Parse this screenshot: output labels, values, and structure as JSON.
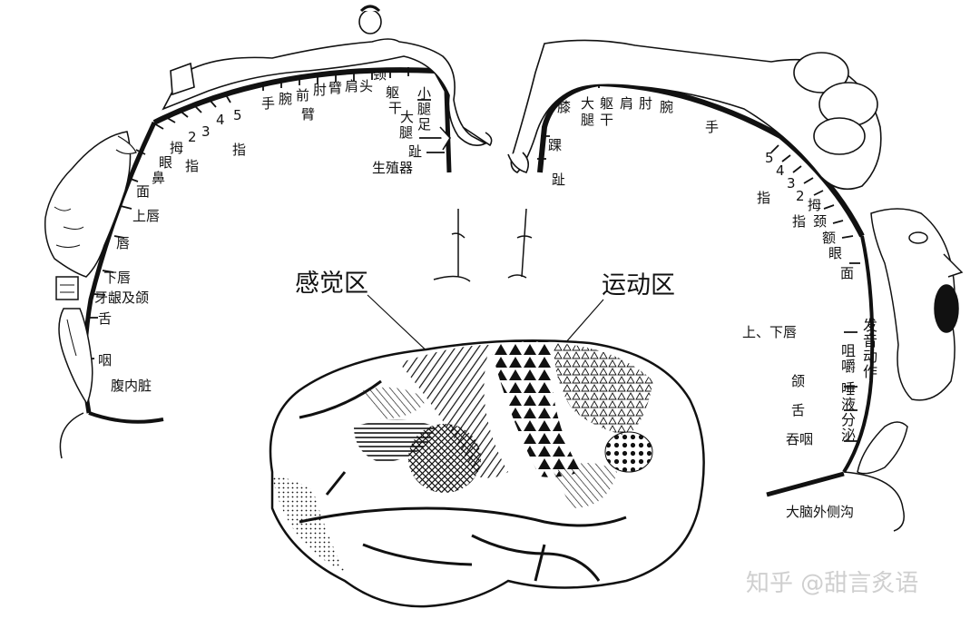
{
  "regions": {
    "sensory": "感觉区",
    "motor": "运动区"
  },
  "sensory_labels": {
    "intra_abdominal": "腹内脏",
    "pharynx": "咽",
    "tongue": "舌",
    "teeth_gums_jaw": "牙龈及颌",
    "lower_lip": "下唇",
    "lips": "唇",
    "upper_lip": "上唇",
    "face": "面",
    "nose": "鼻",
    "eye": "眼",
    "thumb": "拇",
    "fingers": "指",
    "d2": "2",
    "d3": "3",
    "d4": "4",
    "d5": "5",
    "hand": "手",
    "wrist": "腕",
    "forearm": "前",
    "forearm2": "臂",
    "elbow": "肘",
    "arm": "臂",
    "shoulder": "肩",
    "head": "头",
    "neck": "颈",
    "trunk": "躯",
    "trunk2": "干",
    "hip": "大",
    "hip2": "腿",
    "leg": "小",
    "leg2": "腿",
    "foot": "足",
    "toes": "趾",
    "genitals": "生殖器"
  },
  "motor_labels": {
    "knee": "膝",
    "ankle": "踝",
    "toes": "趾",
    "hip": "大",
    "hip2": "腿",
    "trunk": "躯",
    "trunk2": "干",
    "shoulder": "肩",
    "elbow": "肘",
    "wrist": "腕",
    "hand": "手",
    "d5": "5",
    "d4": "4",
    "d3": "3",
    "d2": "2",
    "fingers": "指",
    "thumb": "拇",
    "fingers2": "指",
    "neck": "颈",
    "brow": "额",
    "eye": "眼",
    "face": "面",
    "lips": "上、下唇",
    "jaw": "颌",
    "tongue": "舌",
    "swallowing": "吞咽",
    "salivation": "唾液分泌",
    "mastication": "咀嚼",
    "vocalization": "发音动作",
    "sylvian": "大脑外侧沟"
  },
  "watermark": "知乎 @甜言炙语"
}
